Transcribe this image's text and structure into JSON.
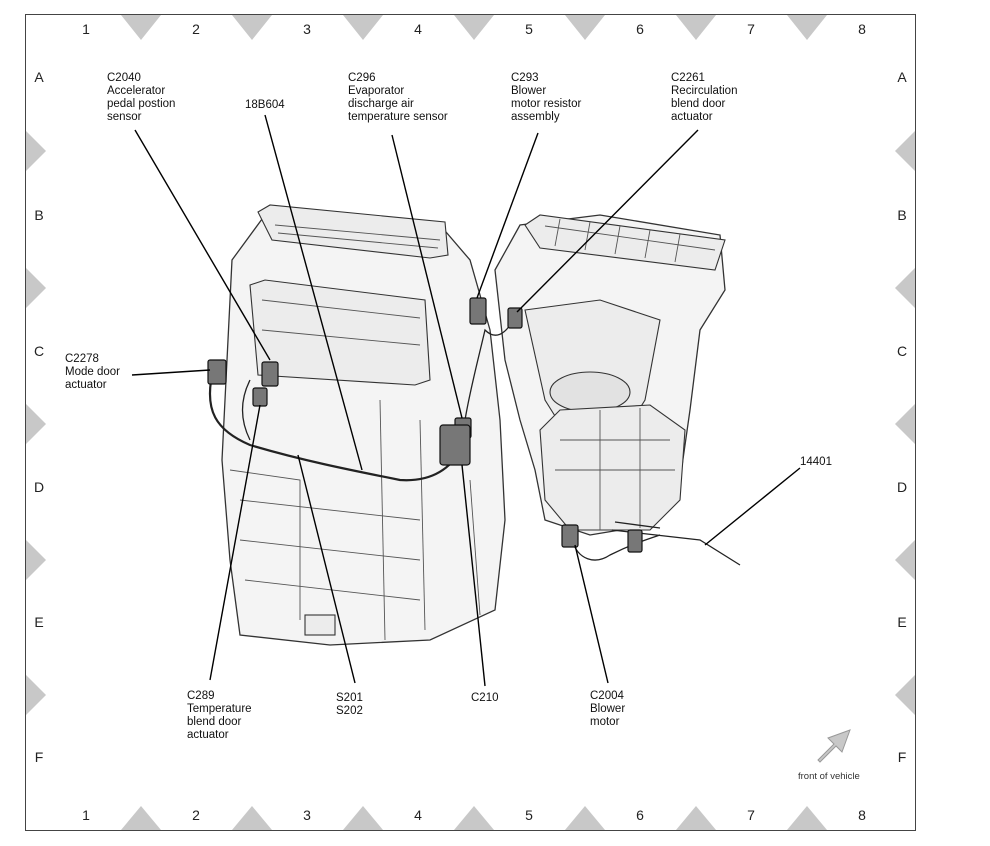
{
  "grid": {
    "columns": [
      "1",
      "2",
      "3",
      "4",
      "5",
      "6",
      "7",
      "8"
    ],
    "rows": [
      "A",
      "B",
      "C",
      "D",
      "E",
      "F"
    ]
  },
  "callouts": {
    "c2040": [
      "C2040",
      "Accelerator",
      "pedal postion",
      "sensor"
    ],
    "p18b604": [
      "18B604"
    ],
    "c296": [
      "C296",
      "Evaporator",
      "discharge air",
      "temperature sensor"
    ],
    "c293": [
      "C293",
      "Blower",
      "motor resistor",
      "assembly"
    ],
    "c2261": [
      "C2261",
      "Recirculation",
      "blend door",
      "actuator"
    ],
    "c2278": [
      "C2278",
      "Mode door",
      "actuator"
    ],
    "p14401": [
      "14401"
    ],
    "c289": [
      "C289",
      "Temperature",
      "blend door",
      "actuator"
    ],
    "s201": [
      "S201",
      "S202"
    ],
    "c210": [
      "C210"
    ],
    "c2004": [
      "C2004",
      "Blower",
      "motor"
    ]
  },
  "orientation": {
    "label": "front of vehicle",
    "arrow_icon": "arrow-up-right-icon"
  },
  "colors": {
    "grid_marker": "#c8c8c8",
    "line": "#000000"
  }
}
